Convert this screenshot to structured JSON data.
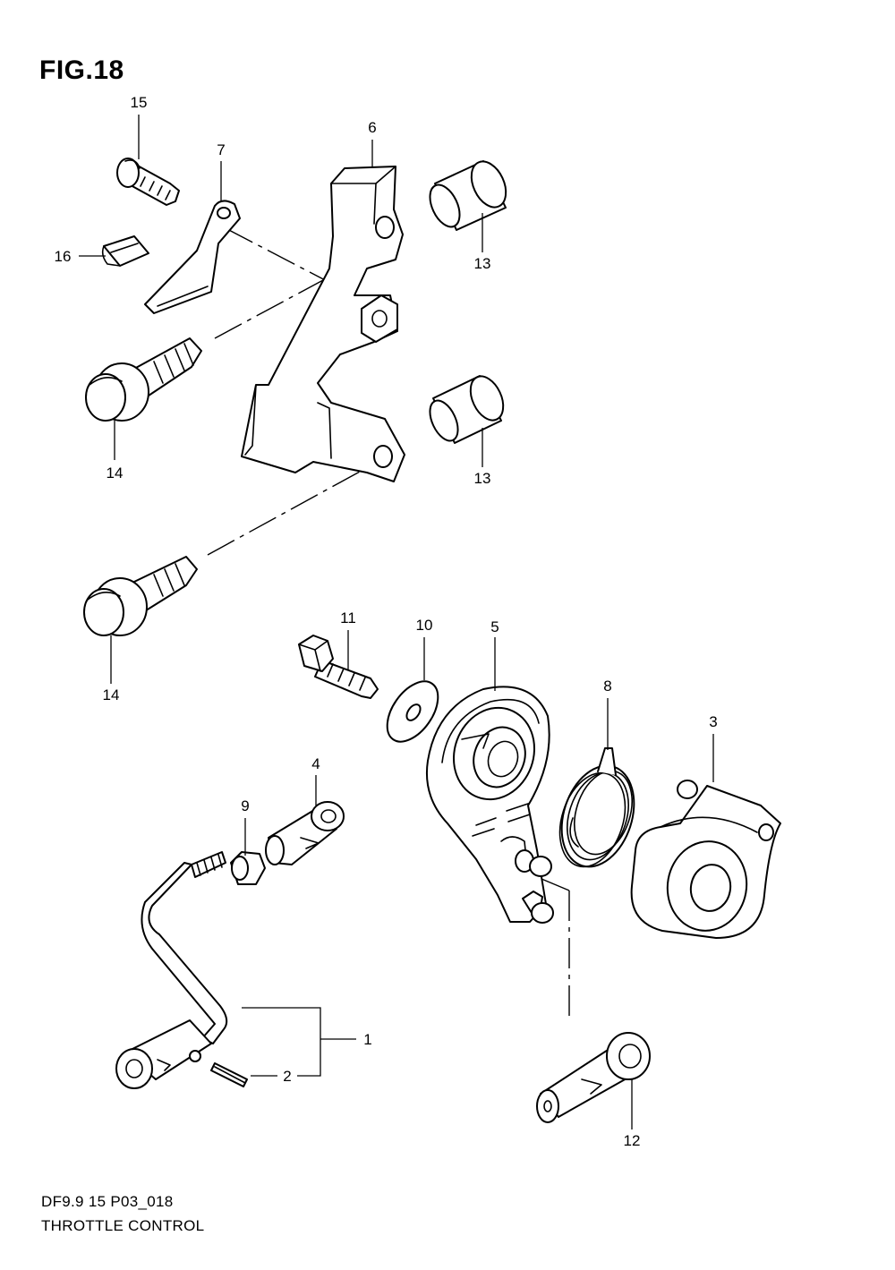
{
  "figure": {
    "title": "FIG.18",
    "code": "DF9.9 15 P03_018",
    "name": "THROTTLE CONTROL"
  },
  "callouts": {
    "c1": "1",
    "c2": "2",
    "c3": "3",
    "c4": "4",
    "c5": "5",
    "c6": "6",
    "c7": "7",
    "c8": "8",
    "c9": "9",
    "c10": "10",
    "c11": "11",
    "c12": "12",
    "c13a": "13",
    "c13b": "13",
    "c14a": "14",
    "c14b": "14",
    "c15": "15",
    "c16": "16"
  }
}
